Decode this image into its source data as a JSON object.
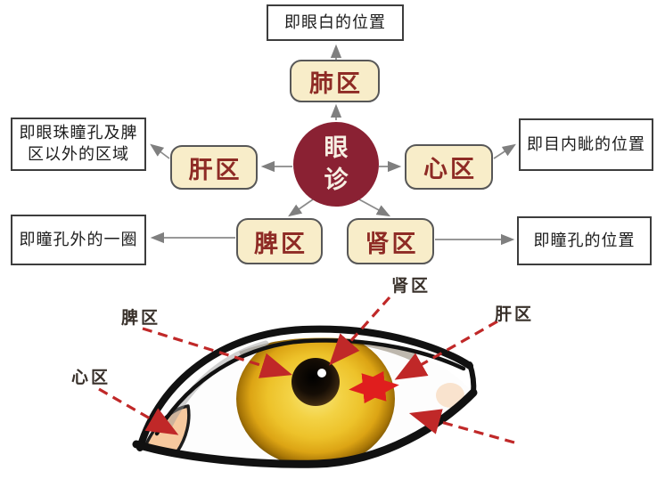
{
  "colors": {
    "center_circle_bg": "#8a2133",
    "zone_bg": "#f8edc9",
    "zone_text": "#8e2b25",
    "note_border": "#3d3d3d",
    "dashed_arrow_red": "#c02828",
    "solid_arrow_red": "#e01e1e",
    "iris_gold": "#edc22a",
    "canthus_peach": "#f7c99e"
  },
  "flowchart": {
    "center": {
      "line1": "眼",
      "line2": "诊"
    },
    "nodes": {
      "lung": {
        "label": "肺区",
        "note": "即眼白的位置"
      },
      "liver": {
        "label": "肝区",
        "note_line1": "即眼珠瞳孔及脾",
        "note_line2": "区以外的区域"
      },
      "heart": {
        "label": "心区",
        "note": "即目内眦的位置"
      },
      "spleen": {
        "label": "脾区",
        "note": "即瞳孔外的一圈"
      },
      "kidney": {
        "label": "肾区",
        "note": "即瞳孔的位置"
      }
    }
  },
  "eye_diagram": {
    "labels": {
      "spleen": "脾区",
      "heart": "心区",
      "kidney": "肾区",
      "liver": "肝区"
    }
  }
}
